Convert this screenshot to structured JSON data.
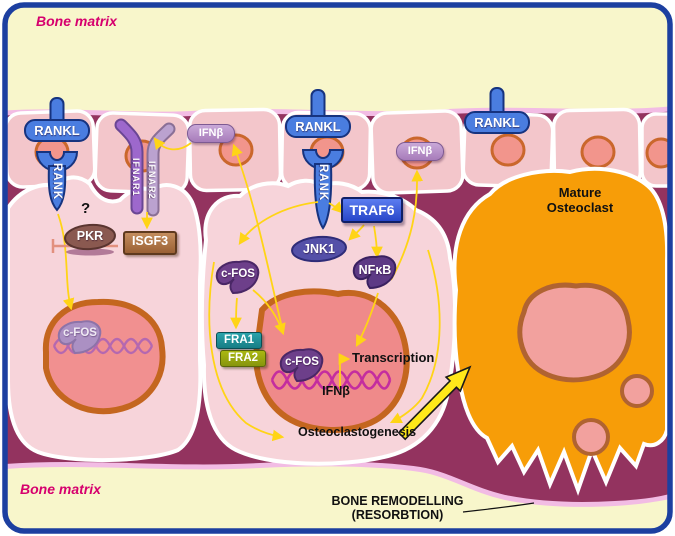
{
  "diagram": {
    "bone_matrix_top": "Bone matrix",
    "bone_matrix_bottom": "Bone matrix",
    "receptors": {
      "rankl_left": "RANKL",
      "rankl_middle": "RANKL",
      "rankl_right": "RANKL",
      "rank_left": "RANK",
      "rank_middle": "RANK",
      "ifnar1": "IFNAR1",
      "ifnar2": "IFNAR2"
    },
    "molecules": {
      "ifnb_extracellular_left": "IFNβ",
      "ifnb_extracellular_right": "IFNβ",
      "pkr": "PKR",
      "pkr_uncertainty": "?",
      "isgf3": "ISGF3",
      "traf6": "TRAF6",
      "jnk1": "JNK1",
      "nfkb": "NFκB",
      "cfos_cytoplasm": "c-FOS",
      "cfos_nucleus": "c-FOS",
      "cfos_left_nucleus": "c-FOS",
      "fra1": "FRA1",
      "fra2": "FRA2",
      "ifnb_gene": "IFNβ"
    },
    "annotations": {
      "transcription": "Transcription",
      "osteoclastogenesis": "Osteoclastogenesis",
      "mature_osteoclast_line1": "Mature",
      "mature_osteoclast_line2": "Osteoclast",
      "bone_remodelling_line1": "BONE REMODELLING",
      "bone_remodelling_line2": "(RESORBTION)"
    },
    "colors": {
      "frame_blue": "#1c3fa0",
      "bone_matrix_cream": "#f8f6cb",
      "marrow_maroon": "#93335f",
      "bone_edge_pink": "#f2bce4",
      "osteoblast_pink": "#f3c6cb",
      "precursor_pink": "#f7d4da",
      "nucleus_salmon": "#ef8a8a",
      "nucleus_border": "#c4661f",
      "osteoclast_orange": "#f79d08",
      "receptor_blue": "#4a7de0",
      "ifnar1_purple": "#9d68cc",
      "ifnar2_mauve": "#bba2cf",
      "signal_gold": "#ffd416",
      "dna_magenta": "#c42d9f",
      "label_magenta": "#d6006e"
    }
  }
}
